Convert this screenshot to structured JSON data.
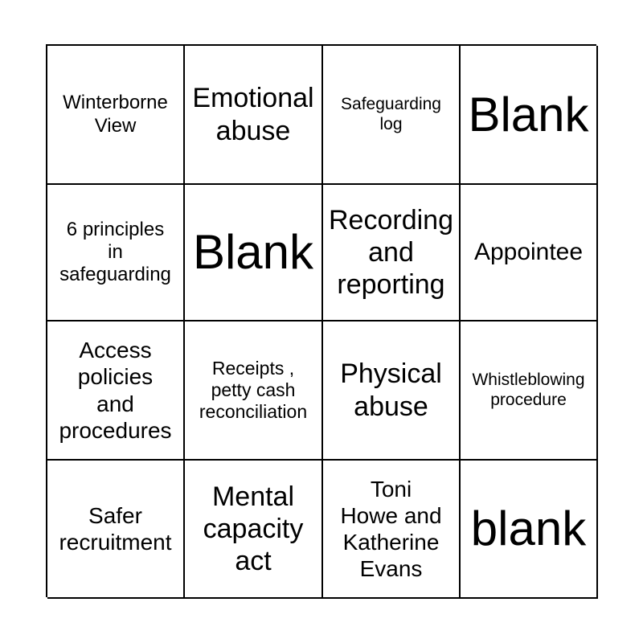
{
  "card": {
    "type": "bingo-card",
    "columns": 4,
    "rows": 4,
    "background_color": "#ffffff",
    "border_color": "#000000",
    "text_color": "#000000",
    "cells": [
      {
        "text": "Winterborne\nView",
        "size": "xs"
      },
      {
        "text": "Emotional\nabuse",
        "size": "lg"
      },
      {
        "text": "Safeguarding\nlog",
        "size": "tiny"
      },
      {
        "text": "Blank",
        "size": "xl"
      },
      {
        "text": "6 principles\nin\nsafeguarding",
        "size": "xs"
      },
      {
        "text": "Blank",
        "size": "xl"
      },
      {
        "text": "Recording\nand\nreporting",
        "size": "lg"
      },
      {
        "text": "Appointee",
        "size": "md"
      },
      {
        "text": "Access\npolicies\nand\nprocedures",
        "size": "sm"
      },
      {
        "text": "Receipts ,\npetty cash\nreconciliation",
        "size": "xxs"
      },
      {
        "text": "Physical\nabuse",
        "size": "lg"
      },
      {
        "text": "Whistleblowing\nprocedure",
        "size": "tiny"
      },
      {
        "text": "Safer\nrecruitment",
        "size": "sm"
      },
      {
        "text": "Mental\ncapacity\nact",
        "size": "lg"
      },
      {
        "text": "Toni\nHowe and\nKatherine\nEvans",
        "size": "sm"
      },
      {
        "text": "blank",
        "size": "xl"
      }
    ]
  }
}
